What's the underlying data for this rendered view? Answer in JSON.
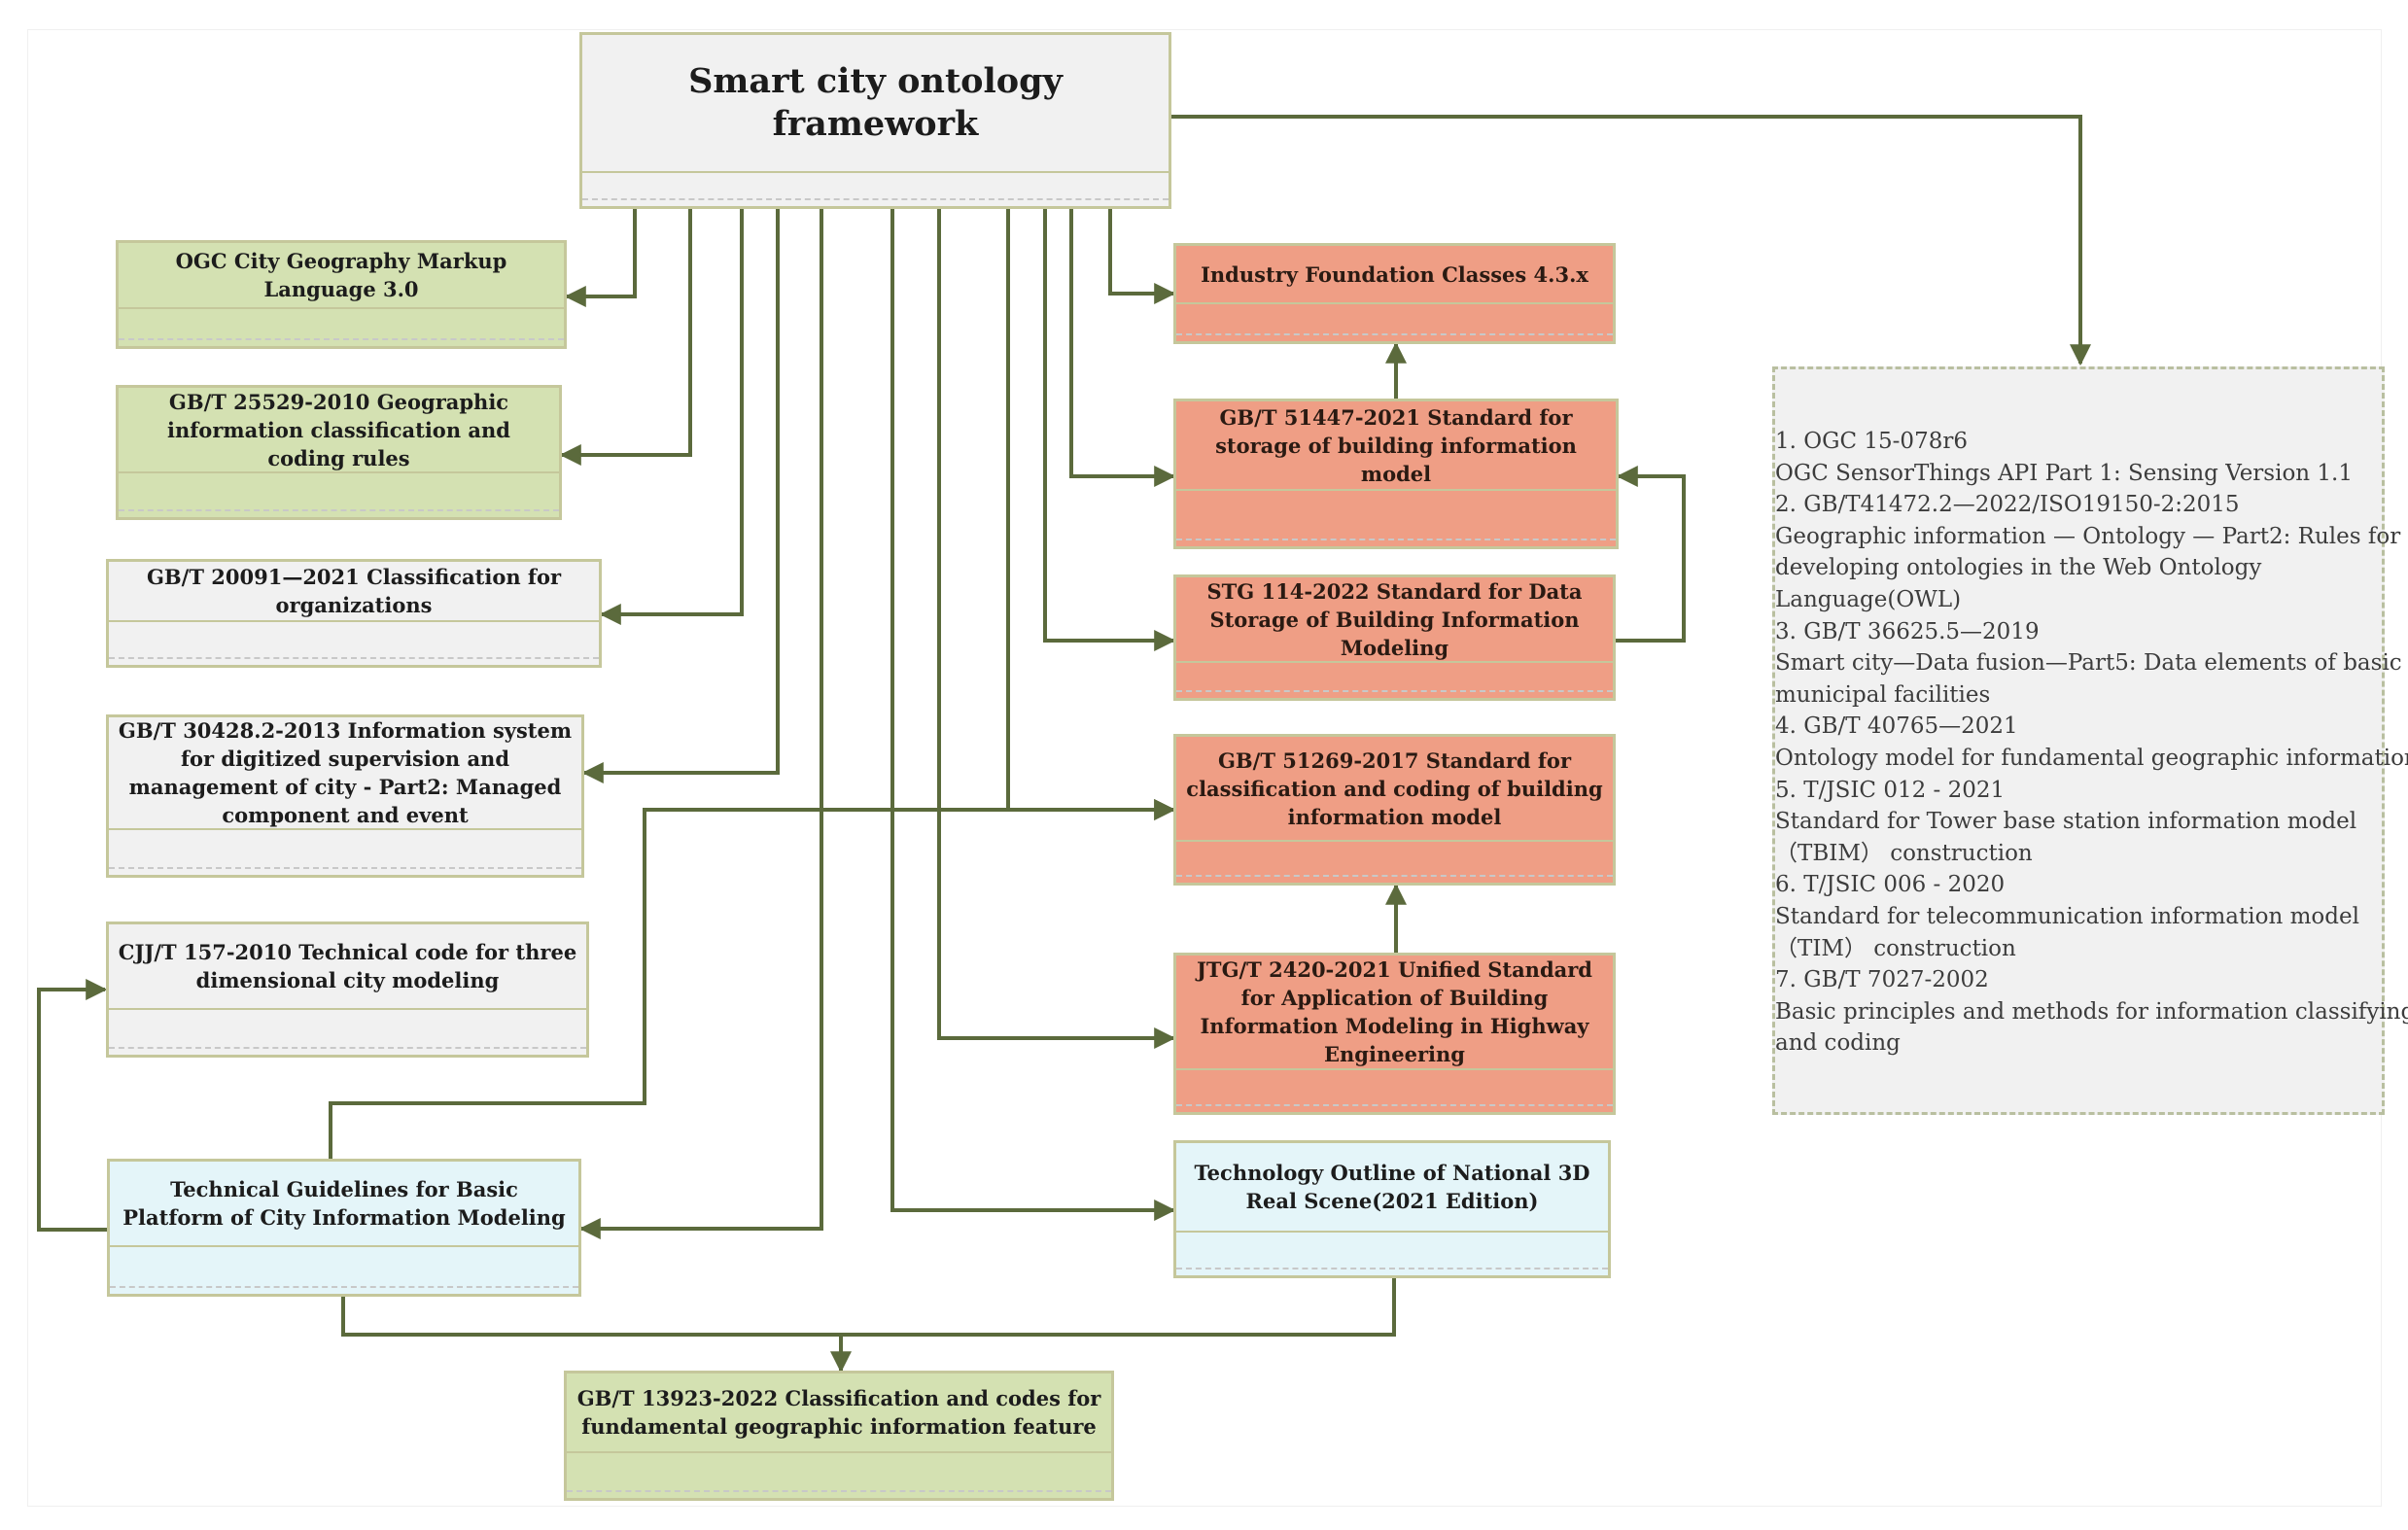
{
  "root": {
    "label": "Smart city ontology framework"
  },
  "nodes": {
    "citygml": "OGC City Geography Markup Language 3.0",
    "gbt25529": "GB/T 25529-2010 Geographic information classification and coding rules",
    "gbt20091": "GB/T 20091—2021 Classification for organizations",
    "gbt30428": "GB/T 30428.2-2013 Information system for digitized supervision and management of city - Part2: Managed component and event",
    "cjjt157": "CJJ/T 157-2010 Technical code for three dimensional city modeling",
    "guidelines": "Technical Guidelines for Basic Platform of City Information Modeling",
    "gbt13923": "GB/T 13923-2022 Classification and codes for fundamental geographic information feature",
    "ifc": "Industry Foundation Classes 4.3.x",
    "gbt51447": "GB/T 51447-2021 Standard for storage of building information model",
    "stg114": "STG 114-2022 Standard for Data Storage of Building Information Modeling",
    "gbt51269": "GB/T 51269-2017 Standard for classification and coding of building information model",
    "jtgt2420": "JTG/T 2420-2021 Unified Standard for Application of Building Information Modeling in Highway Engineering",
    "outline3d": "Technology Outline of National 3D Real Scene(2021 Edition)"
  },
  "notes": {
    "lines": [
      "1. OGC 15-078r6",
      "OGC SensorThings API Part 1: Sensing Version 1.1",
      "2. GB/T41472.2—2022/ISO19150-2:2015",
      "Geographic information — Ontology — Part2: Rules for",
      "developing ontologies in the Web Ontology",
      "Language(OWL)",
      "3. GB/T 36625.5—2019",
      "Smart city—Data fusion—Part5: Data elements of basic",
      "municipal facilities",
      "4. GB/T 40765—2021",
      "Ontology model for fundamental geographic information",
      "5. T/JSIC 012 - 2021",
      "Standard for Tower base station information model",
      "（TBIM） construction",
      "6. T/JSIC 006 - 2020",
      "Standard for telecommunication information model",
      "（TIM） construction",
      "7. GB/T 7027-2002",
      "Basic principles and methods for information classifying",
      "and coding"
    ]
  },
  "colors": {
    "connector": "#5b6a3c",
    "green_box": "#d4e1b2",
    "grey_box": "#f1f1f1",
    "salmon_box": "#ef9e85",
    "cyan_box": "#e4f5f9"
  }
}
